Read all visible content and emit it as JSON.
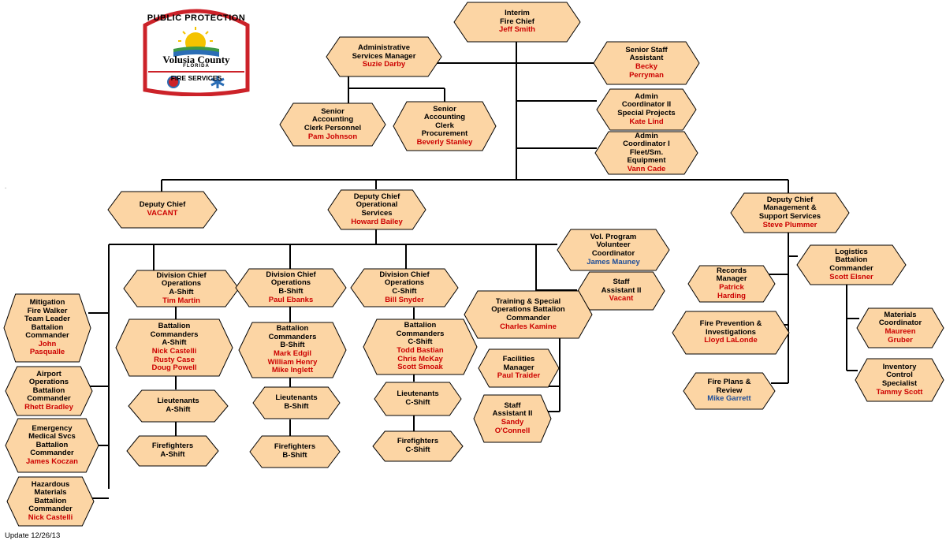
{
  "badge": {
    "arc_text": "PUBLIC PROTECTION",
    "county": "Volusia County",
    "state": "FLORIDA",
    "service": "FIRE SERVICES",
    "colors": {
      "border": "#cc2229",
      "sun": "#f4c300",
      "water": "#2a6db5",
      "land": "#3d9a45",
      "ribbon": "#cc2229"
    }
  },
  "update_text": "Update 12/26/13",
  "stray_mark": ".",
  "colors": {
    "node_fill": "#fcd5a4",
    "node_stroke": "#000000",
    "name_red": "#cc0000",
    "name_blue": "#1f4e99",
    "line": "#000000"
  },
  "nodes": {
    "fire_chief": {
      "title": "Interim\nFire Chief",
      "name": "Jeff Smith"
    },
    "admin_services": {
      "title": "Administrative\nServices Manager",
      "name": "Suzie Darby"
    },
    "senior_staff": {
      "title": "Senior Staff\nAssistant",
      "name": "Becky\nPerryman"
    },
    "admin_coord_2": {
      "title": "Admin\nCoordinator II\nSpecial Projects",
      "name": "Kate Lind"
    },
    "admin_coord_1": {
      "title": "Admin\nCoordinator I\nFleet/Sm.\nEquipment",
      "name": "Vann Cade"
    },
    "sr_acct_personnel": {
      "title": "Senior\nAccounting\nClerk Personnel",
      "name": "Pam Johnson"
    },
    "sr_acct_procurement": {
      "title": "Senior\nAccounting\nClerk\nProcurement",
      "name": "Beverly Stanley"
    },
    "deputy_vacant": {
      "title": "Deputy Chief",
      "name": "VACANT"
    },
    "deputy_ops": {
      "title": "Deputy Chief\nOperational\nServices",
      "name": "Howard Bailey"
    },
    "deputy_mgmt": {
      "title": "Deputy Chief\nManagement &\nSupport Services",
      "name": "Steve Plummer"
    },
    "mitigation": {
      "title": "Mitigation\nFire Walker\nTeam Leader\nBattalion\nCommander",
      "name": "John\nPasqualle"
    },
    "airport": {
      "title": "Airport\nOperations\nBattalion\nCommander",
      "name": "Rhett Bradley"
    },
    "ems": {
      "title": "Emergency\nMedical Svcs\nBattalion\nCommander",
      "name": "James Koczan"
    },
    "hazmat": {
      "title": "Hazardous\nMaterials\nBattalion\nCommander",
      "name": "Nick Castelli"
    },
    "div_a": {
      "title": "Division Chief\nOperations\nA-Shift",
      "name": "Tim Martin"
    },
    "div_b": {
      "title": "Division Chief\nOperations\nB-Shift",
      "name": "Paul Ebanks"
    },
    "div_c": {
      "title": "Division Chief\nOperations\nC-Shift",
      "name": "Bill Snyder"
    },
    "bat_a": {
      "title": "Battalion\nCommanders\nA-Shift",
      "name": "Nick Castelli\nRusty  Case\nDoug Powell"
    },
    "bat_b": {
      "title": "Battalion\nCommanders\nB-Shift",
      "name": "Mark Edgil\nWilliam Henry\nMike Inglett"
    },
    "bat_c": {
      "title": "Battalion\nCommanders\nC-Shift",
      "name": "Todd Bastian\nChris McKay\nScott Smoak"
    },
    "lt_a": {
      "title": "Lieutenants\nA-Shift",
      "name": ""
    },
    "lt_b": {
      "title": "Lieutenants\nB-Shift",
      "name": ""
    },
    "lt_c": {
      "title": "Lieutenants\nC-Shift",
      "name": ""
    },
    "ff_a": {
      "title": "Firefighters\nA-Shift",
      "name": ""
    },
    "ff_b": {
      "title": "Firefighters\nB-Shift",
      "name": ""
    },
    "ff_c": {
      "title": "Firefighters\nC-Shift",
      "name": ""
    },
    "vol_program": {
      "title": "Vol. Program\nVolunteer\nCoordinator",
      "name": "James Mauney"
    },
    "staff_asst_2_vacant": {
      "title": "Staff\nAssistant II",
      "name": "Vacant"
    },
    "training": {
      "title": "Training & Special\nOperations Battalion\nCommander",
      "name": "Charles Kamine"
    },
    "facilities": {
      "title": "Facilities\nManager",
      "name": "Paul Traider"
    },
    "staff_asst_2_sandy": {
      "title": "Staff\nAssistant II",
      "name": "Sandy\nO'Connell"
    },
    "records": {
      "title": "Records\nManager",
      "name": "Patrick\nHarding"
    },
    "fire_prevention": {
      "title": "Fire Prevention &\nInvestigations",
      "name": "Lloyd LaLonde"
    },
    "fire_plans": {
      "title": "Fire Plans &\nReview",
      "name": "Mike Garrett"
    },
    "logistics": {
      "title": "Logistics\nBattalion\nCommander",
      "name": "Scott Elsner"
    },
    "materials": {
      "title": "Materials\nCoordinator",
      "name": "Maureen\nGruber"
    },
    "inventory": {
      "title": "Inventory\nControl\nSpecialist",
      "name": "Tammy Scott"
    }
  }
}
